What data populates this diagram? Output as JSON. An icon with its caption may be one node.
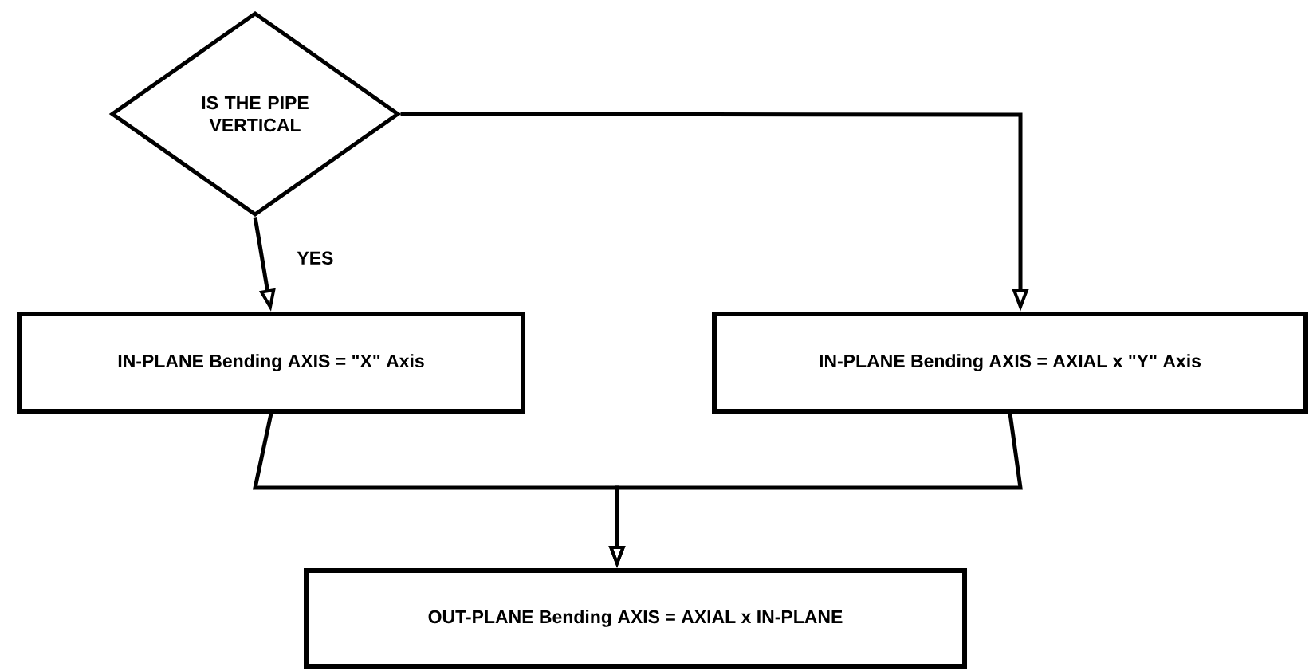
{
  "diagram": {
    "nodes": [
      {
        "text": [
          "IS THE PIPE VERTICAL"
        ]
      },
      {
        "text": [
          "IN-PLANE Bending AXIS = \"X\" Axis"
        ]
      },
      {
        "text": [
          "IN-PLANE Bending AXIS = AXIAL x \"Y\" Axis"
        ]
      },
      {
        "text": [
          "OUT-PLANE Bending AXIS = AXIAL x IN-PLANE"
        ]
      }
    ],
    "edges": [
      {
        "from": 0,
        "to": 1,
        "arrow": "to",
        "label": "YES"
      },
      {
        "from": 0,
        "to": 2,
        "arrow": "to"
      },
      {
        "from": 1,
        "to": 3,
        "arrow": "to"
      },
      {
        "from": 2,
        "to": 3,
        "arrow": "to"
      }
    ]
  }
}
